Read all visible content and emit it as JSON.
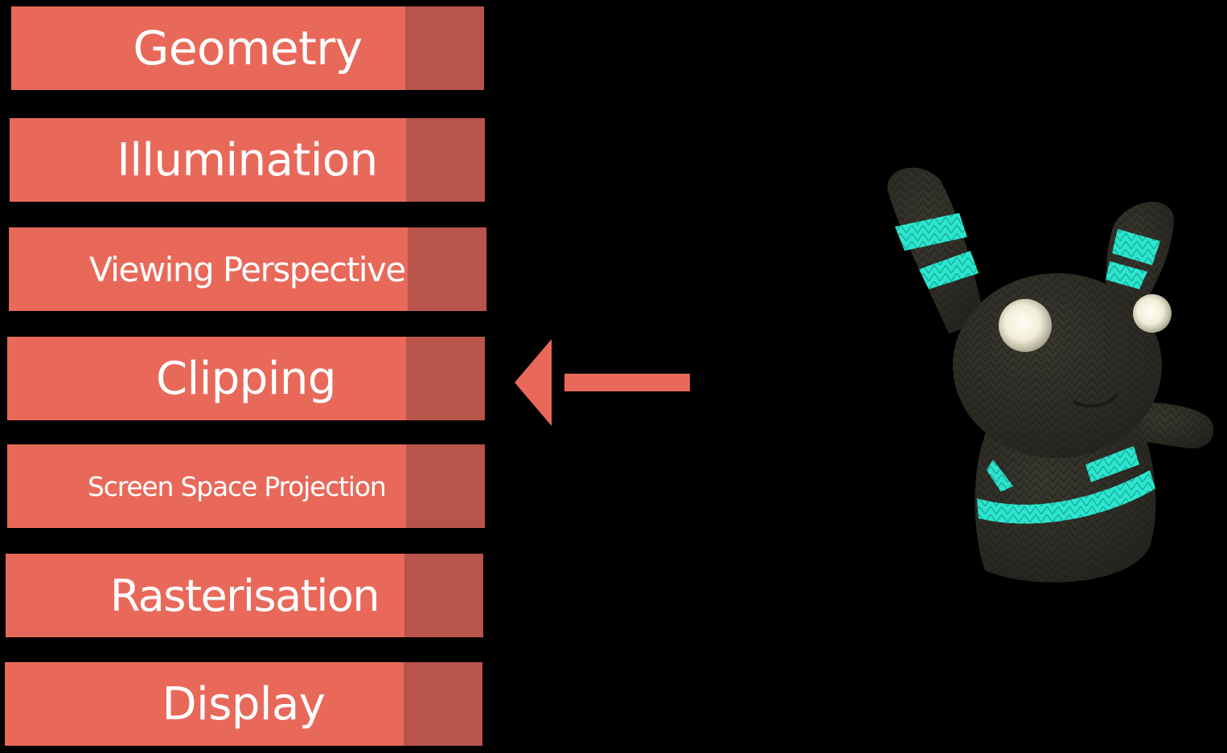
{
  "pipeline": {
    "stages": [
      {
        "label": "Geometry"
      },
      {
        "label": "Illumination"
      },
      {
        "label": "Viewing Perspective"
      },
      {
        "label": "Clipping"
      },
      {
        "label": "Screen Space Projection"
      },
      {
        "label": "Rasterisation"
      },
      {
        "label": "Display"
      }
    ],
    "current_stage_index": 3
  },
  "colors": {
    "background": "#000000",
    "stage_fill": "#E8695A",
    "stage_shade": "#B85449",
    "stage_text": "#FFFFFF",
    "arrow": "#E8695A",
    "mascot_body": "#2E2D26",
    "mascot_stripe": "#2DE6CF",
    "mascot_eye": "#F2EDD8"
  },
  "icons": {
    "arrow": "left-arrow-icon",
    "mascot": "knitted-bunny-mascot"
  }
}
